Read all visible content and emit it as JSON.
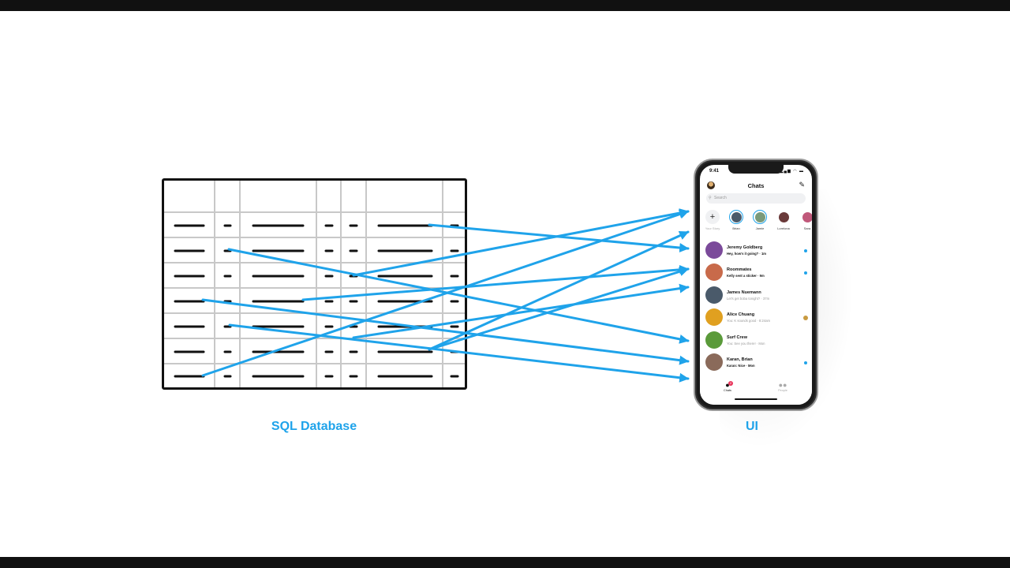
{
  "captions": {
    "database": "SQL Database",
    "ui": "UI"
  },
  "colors": {
    "accent": "#1fa3ea",
    "grid": "#c8c8c8",
    "ink": "#111111"
  },
  "phone": {
    "status_time": "9:41",
    "status_icons": "▂▄▆ ◠ ▬",
    "header_title": "Chats",
    "compose_icon": "compose-icon",
    "search_placeholder": "Search",
    "stories": [
      {
        "name": "Your Story",
        "type": "add"
      },
      {
        "name": "Brian",
        "type": "story",
        "color": "#4a5a6a"
      },
      {
        "name": "Jamie",
        "type": "story",
        "color": "#7a9a7a"
      },
      {
        "name": "Lorelona",
        "type": "plain",
        "color": "#6a3a3a"
      },
      {
        "name": "Sara",
        "type": "plain",
        "color": "#c0587a"
      }
    ],
    "chats": [
      {
        "name": "Jeremy Goldberg",
        "preview": "Hey, how's it going? · 1m",
        "bold": true,
        "unread": true,
        "avatar_color": "#7b4a9a"
      },
      {
        "name": "Roommates",
        "preview": "Kelly sent a sticker · 9m",
        "bold": true,
        "unread": true,
        "avatar_color": "#c86a4a"
      },
      {
        "name": "James Nuemann",
        "preview": "Let's get boba tonight? · 37m",
        "bold": false,
        "unread": false,
        "avatar_color": "#4a5a6a"
      },
      {
        "name": "Alice Chuang",
        "preview": "You: K sounds good · 8:24am",
        "bold": false,
        "unread": false,
        "avatar_color": "#e0a020"
      },
      {
        "name": "Surf Crew",
        "preview": "You: See you there! · Mon",
        "bold": false,
        "unread": false,
        "avatar_color": "#5a9a3a"
      },
      {
        "name": "Karan, Brian",
        "preview": "Karan: Nice · Mon",
        "bold": true,
        "unread": true,
        "avatar_color": "#8a6a5a"
      }
    ],
    "tabs": [
      {
        "label": "Chats",
        "badge": "2",
        "active": true
      },
      {
        "label": "People",
        "active": false
      }
    ]
  }
}
